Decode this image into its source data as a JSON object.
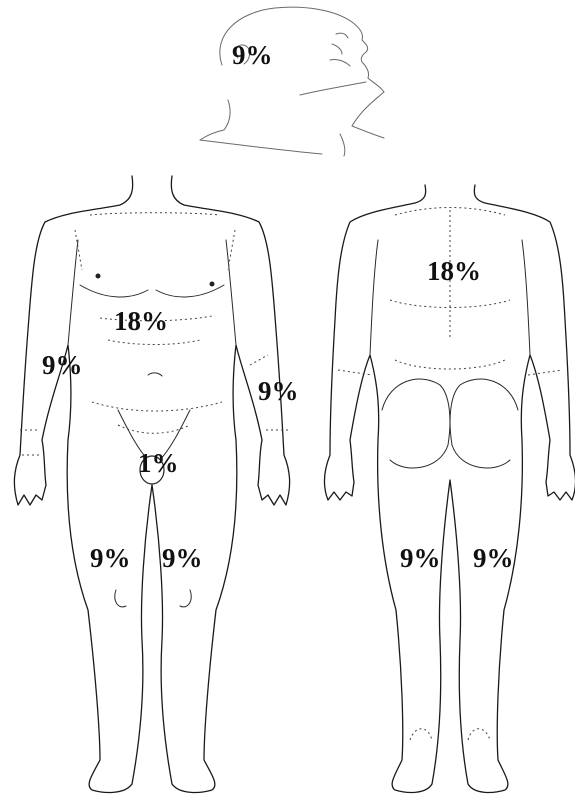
{
  "labels": {
    "head": "9%",
    "front_torso": "18%",
    "right_arm": "9%",
    "left_arm": "9%",
    "genitals": "1%",
    "front_right_leg": "9%",
    "front_left_leg": "9%",
    "back_torso": "18%",
    "back_right_leg": "9%",
    "back_left_leg": "9%"
  }
}
